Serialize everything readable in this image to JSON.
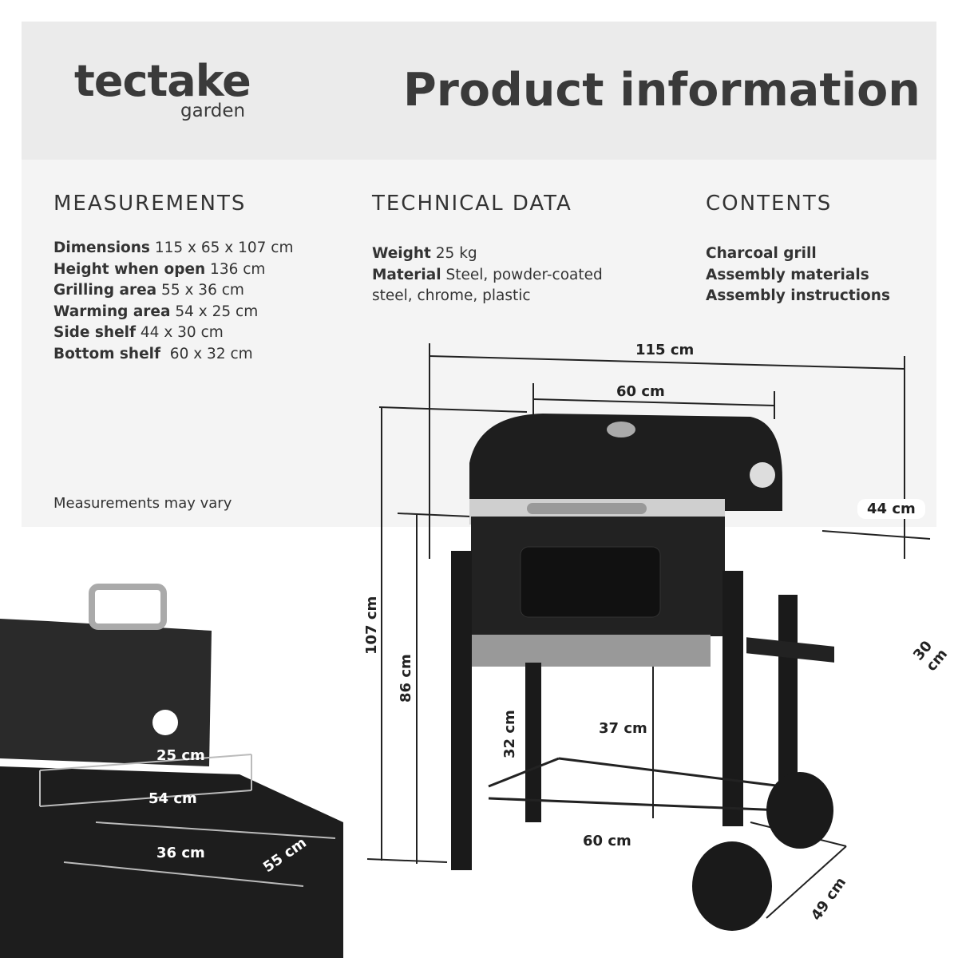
{
  "brand": {
    "name": "tectake",
    "sub": "garden"
  },
  "title": "Product information",
  "measurements": {
    "heading": "MEASUREMENTS",
    "items": [
      {
        "label": "Dimensions",
        "value": " 115 x 65 x 107 cm"
      },
      {
        "label": "Height when open",
        "value": " 136 cm"
      },
      {
        "label": "Grilling area",
        "value": " 55 x 36 cm"
      },
      {
        "label": "Warming area",
        "value": " 54 x 25 cm"
      },
      {
        "label": "Side shelf",
        "value": " 44 x 30 cm"
      },
      {
        "label": "Bottom shelf",
        "value": "  60 x 32 cm"
      }
    ],
    "note": "Measurements may vary"
  },
  "technical": {
    "heading": "TECHNICAL DATA",
    "items": [
      {
        "label": "Weight",
        "value": " 25 kg"
      },
      {
        "label": "Material",
        "value": " Steel, powder-coated steel, chrome, plastic"
      }
    ]
  },
  "contents": {
    "heading": "CONTENTS",
    "items": [
      "Charcoal grill",
      "Assembly materials",
      "Assembly instructions"
    ]
  },
  "diagram": {
    "width_total": "115 cm",
    "width_top": "60 cm",
    "side_shelf_w": "44 cm",
    "side_shelf_d": "30 cm",
    "height_total": "107 cm",
    "height_body": "86 cm",
    "shelf_h": "32 cm",
    "shelf_to_grate": "37 cm",
    "bottom_w": "60 cm",
    "depth": "49 cm"
  },
  "detail": {
    "warming_d": "25 cm",
    "warming_w": "54 cm",
    "grill_w": "36 cm",
    "grill_d": "55 cm"
  }
}
